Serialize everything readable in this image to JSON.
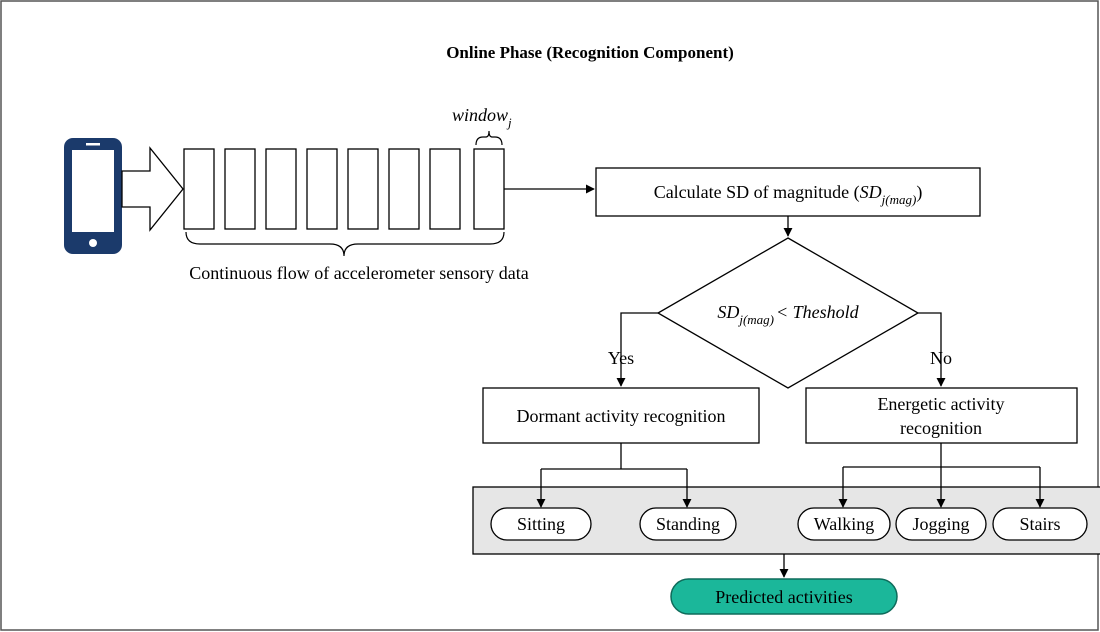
{
  "title": "Online Phase (Recognition Component)",
  "data_flow": {
    "window_label": "window",
    "window_subscript": "j",
    "caption": "Continuous flow of accelerometer sensory data"
  },
  "calculate_box": {
    "text": "Calculate SD of magnitude (",
    "symbol": "SD",
    "subscript": "j(mag)",
    "close": ")"
  },
  "decision": {
    "symbol": "SD",
    "subscript": "j(mag)",
    "comparison": "< Theshold",
    "yes_label": "Yes",
    "no_label": "No"
  },
  "dormant_box": {
    "text": "Dormant activity recognition"
  },
  "energetic_box": {
    "line1": "Energetic activity",
    "line2": "recognition"
  },
  "activities": [
    "Sitting",
    "Standing",
    "Walking",
    "Jogging",
    "Stairs"
  ],
  "output": {
    "text": "Predicted activities"
  },
  "colors": {
    "phone": "#1b3a6b",
    "activity_panel": "#e6e6e6",
    "output_fill": "#1bb79a",
    "output_stroke": "#0e6b5a"
  }
}
